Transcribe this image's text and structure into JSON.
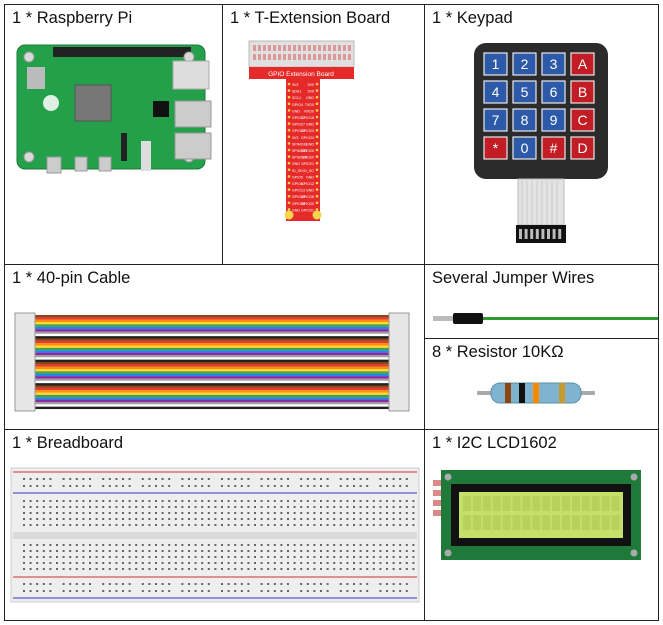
{
  "components": {
    "raspberry_pi": "1 * Raspberry Pi",
    "t_extension_board": "1 * T-Extension Board",
    "keypad": "1 * Keypad",
    "cable_40pin": "1 * 40-pin Cable",
    "jumper_wires": "Several Jumper Wires",
    "resistor": "8 * Resistor 10KΩ",
    "breadboard": "1 * Breadboard",
    "lcd": "1 * I2C LCD1602"
  },
  "board_text": {
    "t_extension_title": "GPIO Extension Board",
    "pin_labels_left": [
      "3V3",
      "SDA1",
      "SCL1",
      "GPIO4",
      "GND",
      "GPIO17",
      "GPIO27",
      "GPIO22",
      "3V3",
      "SPIMOSI",
      "SPIMISO",
      "SPISCLK",
      "GND",
      "ID_SD",
      "GPIO5",
      "GPIO6",
      "GPIO13",
      "GPIO19",
      "GPIO26",
      "GND"
    ],
    "pin_labels_right": [
      "5V0",
      "5V0",
      "GND",
      "TXD0",
      "RXD0",
      "GPIO18",
      "GND",
      "GPIO23",
      "GPIO24",
      "GND",
      "GPIO25",
      "SPICE0",
      "SPICE1",
      "ID_SC",
      "GND",
      "GPIO12",
      "GND",
      "GPIO16",
      "GPIO20",
      "GPIO21"
    ]
  },
  "keypad_keys": [
    [
      "1",
      "2",
      "3",
      "A"
    ],
    [
      "4",
      "5",
      "6",
      "B"
    ],
    [
      "7",
      "8",
      "9",
      "C"
    ],
    [
      "*",
      "0",
      "#",
      "D"
    ]
  ],
  "colors": {
    "pcb_green": "#25a04a",
    "t_board_red": "#e62a2a",
    "key_blue": "#2d5aa8",
    "key_red": "#c21d24",
    "lcd_green": "#c5df6b"
  }
}
